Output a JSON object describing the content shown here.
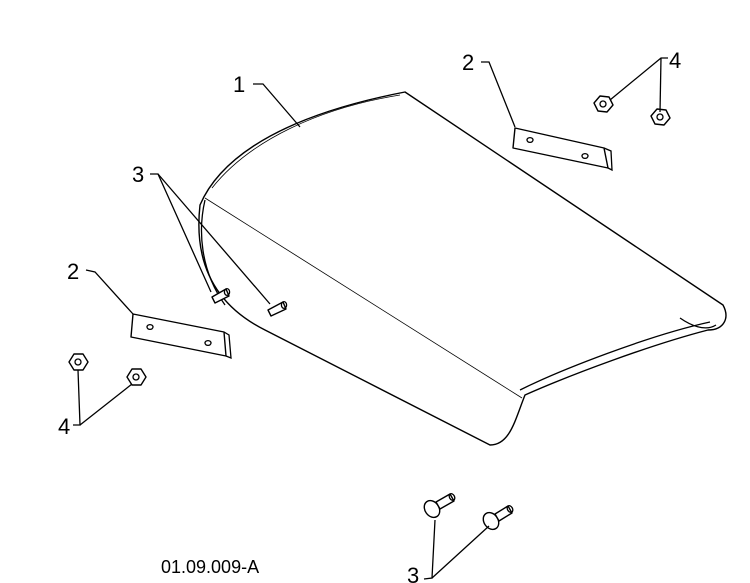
{
  "callouts": {
    "c1": "1",
    "c2_upper": "2",
    "c2_lower": "2",
    "c3_left": "3",
    "c3_bottom": "3",
    "c4_upper": "4",
    "c4_lower": "4"
  },
  "drawing_code": "01.09.009-A",
  "colors": {
    "line": "#000000",
    "background": "#ffffff"
  }
}
